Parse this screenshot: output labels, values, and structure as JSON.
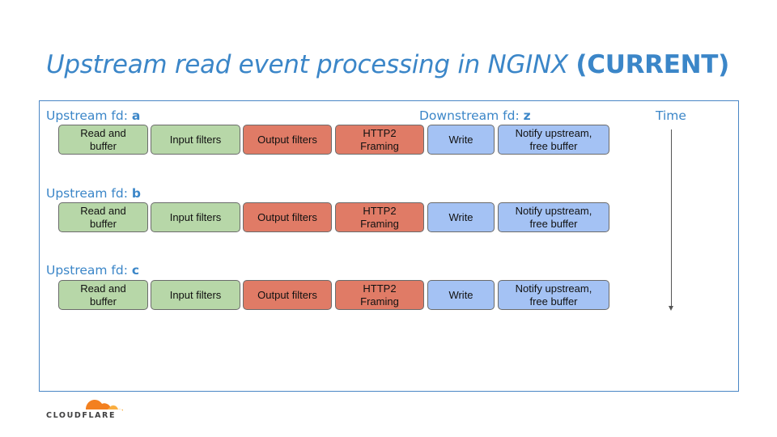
{
  "title": {
    "italic_part": "Upstream read event processing in NGINX",
    "bold_part": "(CURRENT)"
  },
  "labels": {
    "downstream_prefix": "Downstream fd: ",
    "downstream_id": "z",
    "time": "Time"
  },
  "rows": [
    {
      "label_prefix": "Upstream fd: ",
      "label_id": "a",
      "steps": [
        "Read and\nbuffer",
        "Input filters",
        "Output filters",
        "HTTP2\nFraming",
        "Write",
        "Notify upstream,\nfree buffer"
      ]
    },
    {
      "label_prefix": "Upstream fd: ",
      "label_id": "b",
      "steps": [
        "Read and\nbuffer",
        "Input filters",
        "Output filters",
        "HTTP2\nFraming",
        "Write",
        "Notify upstream,\nfree buffer"
      ]
    },
    {
      "label_prefix": "Upstream fd: ",
      "label_id": "c",
      "steps": [
        "Read and\nbuffer",
        "Input filters",
        "Output filters",
        "HTTP2\nFraming",
        "Write",
        "Notify upstream,\nfree buffer"
      ]
    }
  ],
  "colors": {
    "accent": "#3b86c8",
    "green": "#b7d7a8",
    "red": "#e07b66",
    "blue": "#a4c2f4",
    "logo_orange": "#f38020",
    "logo_light": "#faae40"
  },
  "logo": {
    "text": "CLOUDFLARE"
  }
}
